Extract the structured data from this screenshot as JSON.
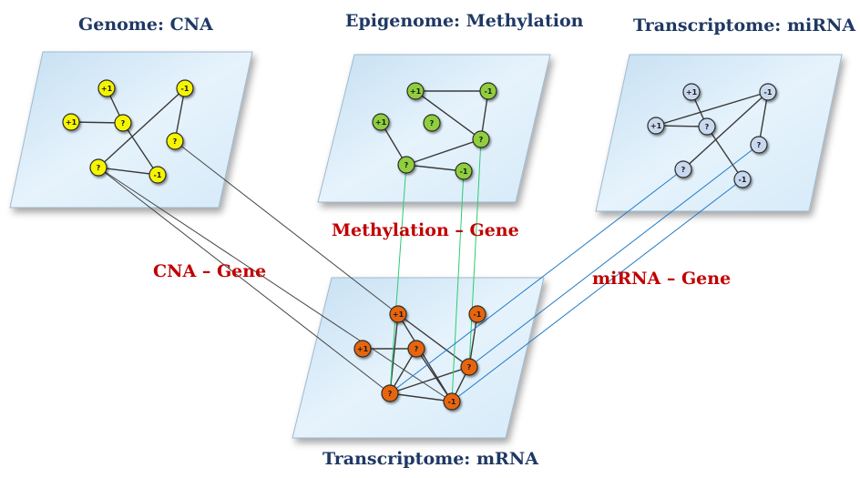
{
  "titles": {
    "genome": "Genome: CNA",
    "epigenome": "Epigenome: Methylation",
    "mirna": "Transcriptome: miRNA",
    "mrna": "Transcriptome: mRNA"
  },
  "link_labels": {
    "cna_gene": "CNA – Gene",
    "methylation_gene": "Methylation – Gene",
    "mirna_gene": "miRNA – Gene"
  },
  "colors": {
    "title": "#1f3864",
    "link_label": "#c00000",
    "panel_fill": "#dceefa",
    "cna_node": "#f5f500",
    "methylation_node": "#8fce3c",
    "mirna_node": "#c8d8ee",
    "mrna_node": "#e8650a",
    "cna_link": "#444444",
    "methylation_link": "#2ecc71",
    "mirna_link": "#1f7bc8"
  },
  "networks": {
    "genome": {
      "nodes": [
        {
          "id": "g_plus1_top",
          "label": "+1"
        },
        {
          "id": "g_minus1_top",
          "label": "-1"
        },
        {
          "id": "g_plus1_left",
          "label": "+1"
        },
        {
          "id": "g_q_center",
          "label": "?"
        },
        {
          "id": "g_q_right",
          "label": "?"
        },
        {
          "id": "g_q_bottom",
          "label": "?"
        },
        {
          "id": "g_minus1_bottom",
          "label": "-1"
        }
      ],
      "edges": [
        [
          "g_plus1_top",
          "g_q_center"
        ],
        [
          "g_plus1_left",
          "g_q_center"
        ],
        [
          "g_minus1_top",
          "g_q_right"
        ],
        [
          "g_minus1_top",
          "g_q_bottom"
        ],
        [
          "g_q_center",
          "g_minus1_bottom"
        ],
        [
          "g_q_bottom",
          "g_minus1_bottom"
        ]
      ]
    },
    "epigenome": {
      "nodes": [
        {
          "id": "e_plus1_top",
          "label": "+1"
        },
        {
          "id": "e_minus1_top",
          "label": "-1"
        },
        {
          "id": "e_plus1_left",
          "label": "+1"
        },
        {
          "id": "e_q_center",
          "label": "?"
        },
        {
          "id": "e_q_right",
          "label": "?"
        },
        {
          "id": "e_q_bottom",
          "label": "?"
        },
        {
          "id": "e_minus1_bottom",
          "label": "-1"
        }
      ],
      "edges": [
        [
          "e_plus1_top",
          "e_minus1_top"
        ],
        [
          "e_plus1_top",
          "e_q_right"
        ],
        [
          "e_minus1_top",
          "e_q_right"
        ],
        [
          "e_plus1_left",
          "e_q_bottom"
        ],
        [
          "e_q_bottom",
          "e_q_right"
        ],
        [
          "e_q_bottom",
          "e_minus1_bottom"
        ]
      ]
    },
    "mirna": {
      "nodes": [
        {
          "id": "m_plus1_top",
          "label": "+1"
        },
        {
          "id": "m_minus1_top",
          "label": "-1"
        },
        {
          "id": "m_plus1_left",
          "label": "+1"
        },
        {
          "id": "m_q_center",
          "label": "?"
        },
        {
          "id": "m_q_right",
          "label": "?"
        },
        {
          "id": "m_q_bottom",
          "label": "?"
        },
        {
          "id": "m_minus1_bottom",
          "label": "-1"
        }
      ],
      "edges": [
        [
          "m_plus1_top",
          "m_q_center"
        ],
        [
          "m_plus1_left",
          "m_q_center"
        ],
        [
          "m_plus1_left",
          "m_minus1_top"
        ],
        [
          "m_minus1_top",
          "m_q_right"
        ],
        [
          "m_minus1_top",
          "m_q_bottom"
        ],
        [
          "m_q_center",
          "m_minus1_bottom"
        ]
      ]
    },
    "mrna": {
      "nodes": [
        {
          "id": "r_plus1_top",
          "label": "+1"
        },
        {
          "id": "r_minus1_top",
          "label": "-1"
        },
        {
          "id": "r_plus1_left",
          "label": "+1"
        },
        {
          "id": "r_q_center",
          "label": "?"
        },
        {
          "id": "r_q_right",
          "label": "?"
        },
        {
          "id": "r_q_bottom",
          "label": "?"
        },
        {
          "id": "r_minus1_bottom",
          "label": "-1"
        }
      ],
      "edges": [
        [
          "r_plus1_top",
          "r_q_right"
        ],
        [
          "r_plus1_top",
          "r_q_bottom"
        ],
        [
          "r_plus1_top",
          "r_minus1_bottom"
        ],
        [
          "r_plus1_left",
          "r_q_center"
        ],
        [
          "r_q_center",
          "r_q_bottom"
        ],
        [
          "r_q_center",
          "r_minus1_bottom"
        ],
        [
          "r_minus1_top",
          "r_q_right"
        ],
        [
          "r_q_bottom",
          "r_minus1_bottom"
        ],
        [
          "r_q_bottom",
          "r_q_right"
        ],
        [
          "r_q_right",
          "r_minus1_bottom"
        ]
      ]
    }
  },
  "cross_links": [
    {
      "type": "cna",
      "from": "g_q_right",
      "to": "r_plus1_top"
    },
    {
      "type": "cna",
      "from": "g_q_bottom",
      "to": "r_q_bottom"
    },
    {
      "type": "cna",
      "from": "g_q_bottom",
      "to": "r_minus1_bottom"
    },
    {
      "type": "methylation",
      "from": "e_q_bottom",
      "to": "r_q_bottom"
    },
    {
      "type": "methylation",
      "from": "e_minus1_bottom",
      "to": "r_minus1_bottom"
    },
    {
      "type": "methylation",
      "from": "e_q_right",
      "to": "r_q_right"
    },
    {
      "type": "mirna",
      "from": "m_q_bottom",
      "to": "r_q_bottom"
    },
    {
      "type": "mirna",
      "from": "m_q_right",
      "to": "r_q_right"
    },
    {
      "type": "mirna",
      "from": "m_minus1_bottom",
      "to": "r_minus1_bottom"
    }
  ]
}
